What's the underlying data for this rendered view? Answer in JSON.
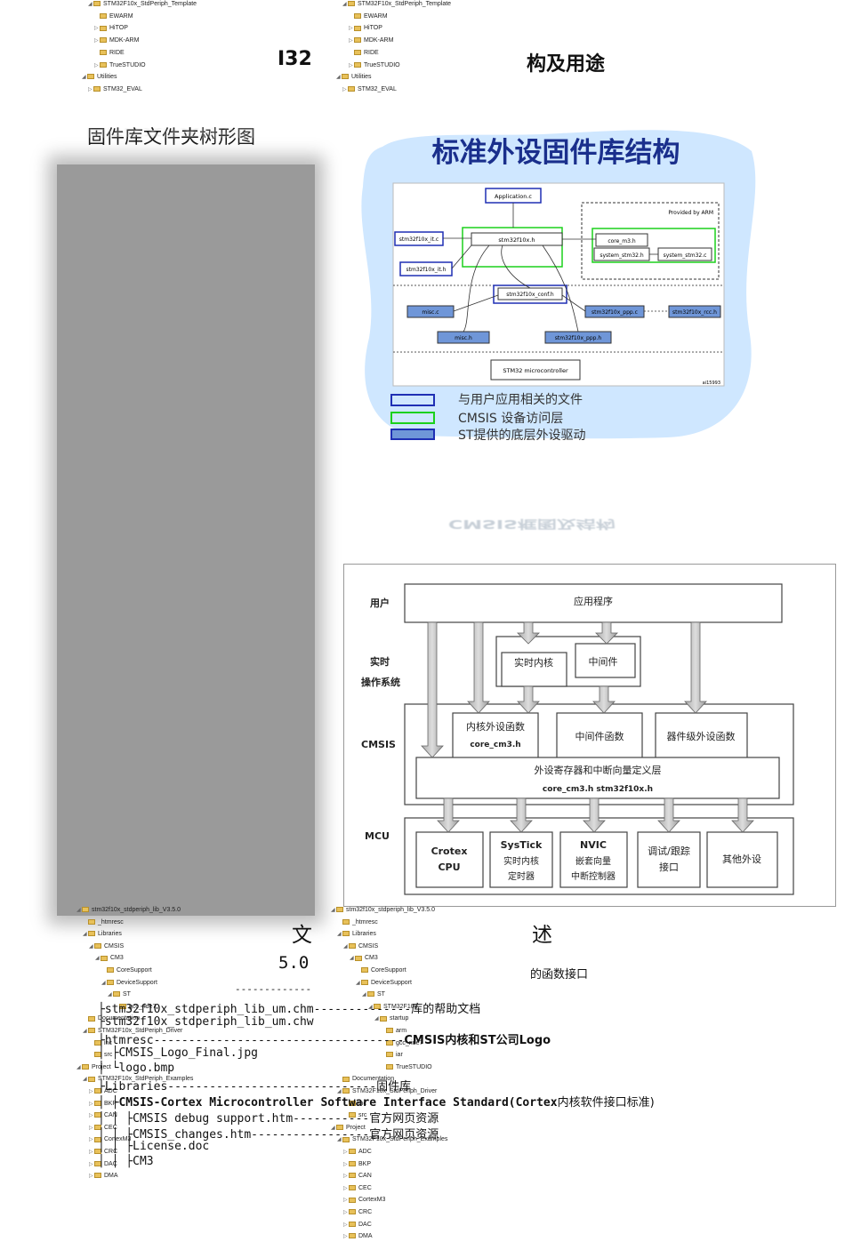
{
  "page": {
    "title_left_fragment": "I32",
    "title_right_fragment": "构及用途",
    "caption_folder_tree": "固件库文件夹树形图",
    "caption_folder_tree_ghost": "固件库文件夹树形图",
    "section_left_fragment": "文",
    "section_right_fragment": "述",
    "version_fragment": "5.0",
    "function_interface_fragment": "的函数接口",
    "ghost_mirrored_title": "CMSIS框图及结构"
  },
  "top_tree_left": {
    "items": [
      {
        "label": "STM32F10x_StdPeriph_Template",
        "depth": 1,
        "twisty": "◢"
      },
      {
        "label": "EWARM",
        "depth": 2,
        "twisty": ""
      },
      {
        "label": "HiTOP",
        "depth": 2,
        "twisty": "▷"
      },
      {
        "label": "MDK-ARM",
        "depth": 2,
        "twisty": "▷"
      },
      {
        "label": "RIDE",
        "depth": 2,
        "twisty": ""
      },
      {
        "label": "TrueSTUDIO",
        "depth": 2,
        "twisty": "▷"
      },
      {
        "label": "Utilities",
        "depth": 0,
        "twisty": "◢"
      },
      {
        "label": "STM32_EVAL",
        "depth": 1,
        "twisty": "▷"
      }
    ]
  },
  "top_tree_right": {
    "items": [
      {
        "label": "STM32F10x_StdPeriph_Template",
        "depth": 1,
        "twisty": "◢"
      },
      {
        "label": "EWARM",
        "depth": 2,
        "twisty": ""
      },
      {
        "label": "HiTOP",
        "depth": 2,
        "twisty": "▷"
      },
      {
        "label": "MDK-ARM",
        "depth": 2,
        "twisty": "▷"
      },
      {
        "label": "RIDE",
        "depth": 2,
        "twisty": ""
      },
      {
        "label": "TrueSTUDIO",
        "depth": 2,
        "twisty": "▷"
      },
      {
        "label": "Utilities",
        "depth": 0,
        "twisty": "◢"
      },
      {
        "label": "STM32_EVAL",
        "depth": 1,
        "twisty": "▷"
      }
    ]
  },
  "std_lib_diagram": {
    "title": "标准外设固件库结构",
    "provided_by": "Provided by ARM",
    "boxes": {
      "application_c": "Application.c",
      "it_c": "stm32f10x_it.c",
      "it_h": "stm32f10x_it.h",
      "stm32f10x_h": "stm32f10x.h",
      "core_m3_h": "core_m3.h",
      "system_h": "system_stm32.h",
      "system_c": "system_stm32.c",
      "conf_h": "stm32f10x_conf.h",
      "misc_c": "misc.c",
      "misc_h": "misc.h",
      "ppp_c": "stm32f10x_ppp.c",
      "rcc_h": "stm32f10x_rcc.h",
      "ppp_h": "stm32f10x_ppp.h",
      "mcu": "STM32 microcontroller",
      "figure_id": "ai15993"
    },
    "legend": [
      {
        "label": "与用户应用相关的文件",
        "color": "#1f2fb4",
        "fill": "none"
      },
      {
        "label": "CMSIS 设备访问层",
        "color": "#1bd11b",
        "fill": "none"
      },
      {
        "label": "ST提供的底层外设驱动",
        "color": "#1f2fb4",
        "fill": "#6f96d8"
      }
    ],
    "colors": {
      "user": "#1f2fb4",
      "cmsis": "#1bd11b",
      "st_fill": "#6f96d8",
      "cloud": "#cce6ff",
      "title": "#1a2f8c"
    }
  },
  "cmsis_diagram": {
    "layers": {
      "user": "用户",
      "rtos_line1": "实时",
      "rtos_line2": "操作系统",
      "cmsis": "CMSIS",
      "mcu": "MCU"
    },
    "app": "应用程序",
    "rt_kernel": "实时内核",
    "middleware": "中间件",
    "core_func_line1": "内核外设函数",
    "core_func_line2": "core_cm3.h",
    "middleware_func": "中间件函数",
    "device_func": "器件级外设函数",
    "reg_layer_line1": "外设寄存器和中断向量定义层",
    "reg_layer_line2": "core_cm3.h stm32f10x.h",
    "cortex_line1": "Crotex",
    "cortex_line2": "CPU",
    "systick_line1": "SysTick",
    "systick_line2": "实时内核",
    "systick_line3": "定时器",
    "nvic_line1": "NVIC",
    "nvic_line2": "嵌套向量",
    "nvic_line3": "中断控制器",
    "debug_line1": "调试/跟踪",
    "debug_line2": "接口",
    "other": "其他外设"
  },
  "bottom_tree_left": {
    "items": [
      {
        "label": "stm32f10x_stdperiph_lib_V3.5.0",
        "depth": 0,
        "twisty": "◢"
      },
      {
        "label": "_htmresc",
        "depth": 1,
        "twisty": ""
      },
      {
        "label": "Libraries",
        "depth": 1,
        "twisty": "◢"
      },
      {
        "label": "CMSIS",
        "depth": 2,
        "twisty": "◢"
      },
      {
        "label": "CM3",
        "depth": 3,
        "twisty": "◢"
      },
      {
        "label": "CoreSupport",
        "depth": 4,
        "twisty": ""
      },
      {
        "label": "DeviceSupport",
        "depth": 4,
        "twisty": "◢"
      },
      {
        "label": "ST",
        "depth": 5,
        "twisty": "◢"
      },
      {
        "label": "gcc_ride7",
        "depth": 6,
        "twisty": ""
      },
      {
        "label": "Documentation",
        "depth": 1,
        "twisty": ""
      },
      {
        "label": "STM32F10x_StdPeriph_Driver",
        "depth": 1,
        "twisty": "◢"
      },
      {
        "label": "inc",
        "depth": 2,
        "twisty": ""
      },
      {
        "label": "src",
        "depth": 2,
        "twisty": ""
      },
      {
        "label": "Project",
        "depth": 0,
        "twisty": "◢"
      },
      {
        "label": "STM32F10x_StdPeriph_Examples",
        "depth": 1,
        "twisty": "◢"
      },
      {
        "label": "ADC",
        "depth": 2,
        "twisty": "▷"
      },
      {
        "label": "BKP",
        "depth": 2,
        "twisty": "▷"
      },
      {
        "label": "CAN",
        "depth": 2,
        "twisty": "▷"
      },
      {
        "label": "CEC",
        "depth": 2,
        "twisty": "▷"
      },
      {
        "label": "CortexM3",
        "depth": 2,
        "twisty": "▷"
      },
      {
        "label": "CRC",
        "depth": 2,
        "twisty": "▷"
      },
      {
        "label": "DAC",
        "depth": 2,
        "twisty": "▷"
      },
      {
        "label": "DMA",
        "depth": 2,
        "twisty": "▷"
      }
    ]
  },
  "bottom_tree_right": {
    "items": [
      {
        "label": "stm32f10x_stdperiph_lib_V3.5.0",
        "depth": 0,
        "twisty": "◢"
      },
      {
        "label": "_htmresc",
        "depth": 1,
        "twisty": ""
      },
      {
        "label": "Libraries",
        "depth": 1,
        "twisty": "◢"
      },
      {
        "label": "CMSIS",
        "depth": 2,
        "twisty": "◢"
      },
      {
        "label": "CM3",
        "depth": 3,
        "twisty": "◢"
      },
      {
        "label": "CoreSupport",
        "depth": 4,
        "twisty": ""
      },
      {
        "label": "DeviceSupport",
        "depth": 4,
        "twisty": "◢"
      },
      {
        "label": "ST",
        "depth": 5,
        "twisty": "◢"
      },
      {
        "label": "STM32F10x",
        "depth": 6,
        "twisty": "◢"
      },
      {
        "label": "startup",
        "depth": 7,
        "twisty": "◢"
      },
      {
        "label": "arm",
        "depth": 8,
        "twisty": ""
      },
      {
        "label": "gcc_ride7",
        "depth": 8,
        "twisty": ""
      },
      {
        "label": "iar",
        "depth": 8,
        "twisty": ""
      },
      {
        "label": "TrueSTUDIO",
        "depth": 8,
        "twisty": ""
      },
      {
        "label": "Documentation",
        "depth": 1,
        "twisty": ""
      },
      {
        "label": "STM32F10x_StdPeriph_Driver",
        "depth": 1,
        "twisty": "◢"
      },
      {
        "label": "inc",
        "depth": 2,
        "twisty": ""
      },
      {
        "label": "src",
        "depth": 2,
        "twisty": ""
      },
      {
        "label": "Project",
        "depth": 0,
        "twisty": "◢"
      },
      {
        "label": "STM32F10x_StdPeriph_Examples",
        "depth": 1,
        "twisty": "◢"
      },
      {
        "label": "ADC",
        "depth": 2,
        "twisty": "▷"
      },
      {
        "label": "BKP",
        "depth": 2,
        "twisty": "▷"
      },
      {
        "label": "CAN",
        "depth": 2,
        "twisty": "▷"
      },
      {
        "label": "CEC",
        "depth": 2,
        "twisty": "▷"
      },
      {
        "label": "CortexM3",
        "depth": 2,
        "twisty": "▷"
      },
      {
        "label": "CRC",
        "depth": 2,
        "twisty": "▷"
      },
      {
        "label": "DAC",
        "depth": 2,
        "twisty": "▷"
      },
      {
        "label": "DMA",
        "depth": 2,
        "twisty": "▷"
      }
    ]
  },
  "listing": {
    "rule": "-------------",
    "line1_code": "├stm32f10x_stdperiph_lib_um.chm--------------",
    "line1_cn": "库的帮助文档",
    "line2_code": "├stm32f10x_stdperiph_lib_um.chw",
    "line3_code": "├htmresc------------------------------------",
    "line3_cn": "CMSIS内核和ST公司Logo",
    "line4_code": "│ ├CMSIS_Logo_Final.jpg",
    "line5_code": "│ └logo.bmp",
    "line6_code": "├Libraries------------------------------",
    "line6_cn": "固件库",
    "line7_code": "│ ├CMSIS-Cortex Microcontroller Software Interface Standard(Cortex",
    "line7_cn": "内核软件接口标准)",
    "line8_code": "│ │ ├CMSIS debug support.htm-----------",
    "line8_cn": "官方网页资源",
    "line9_code": "│ │ ├CMSIS_changes.htm-----------------",
    "line9_cn": "官方网页资源",
    "line10_code": "│ │ ├License.doc",
    "line11_code": "│ │ ├CM3"
  }
}
